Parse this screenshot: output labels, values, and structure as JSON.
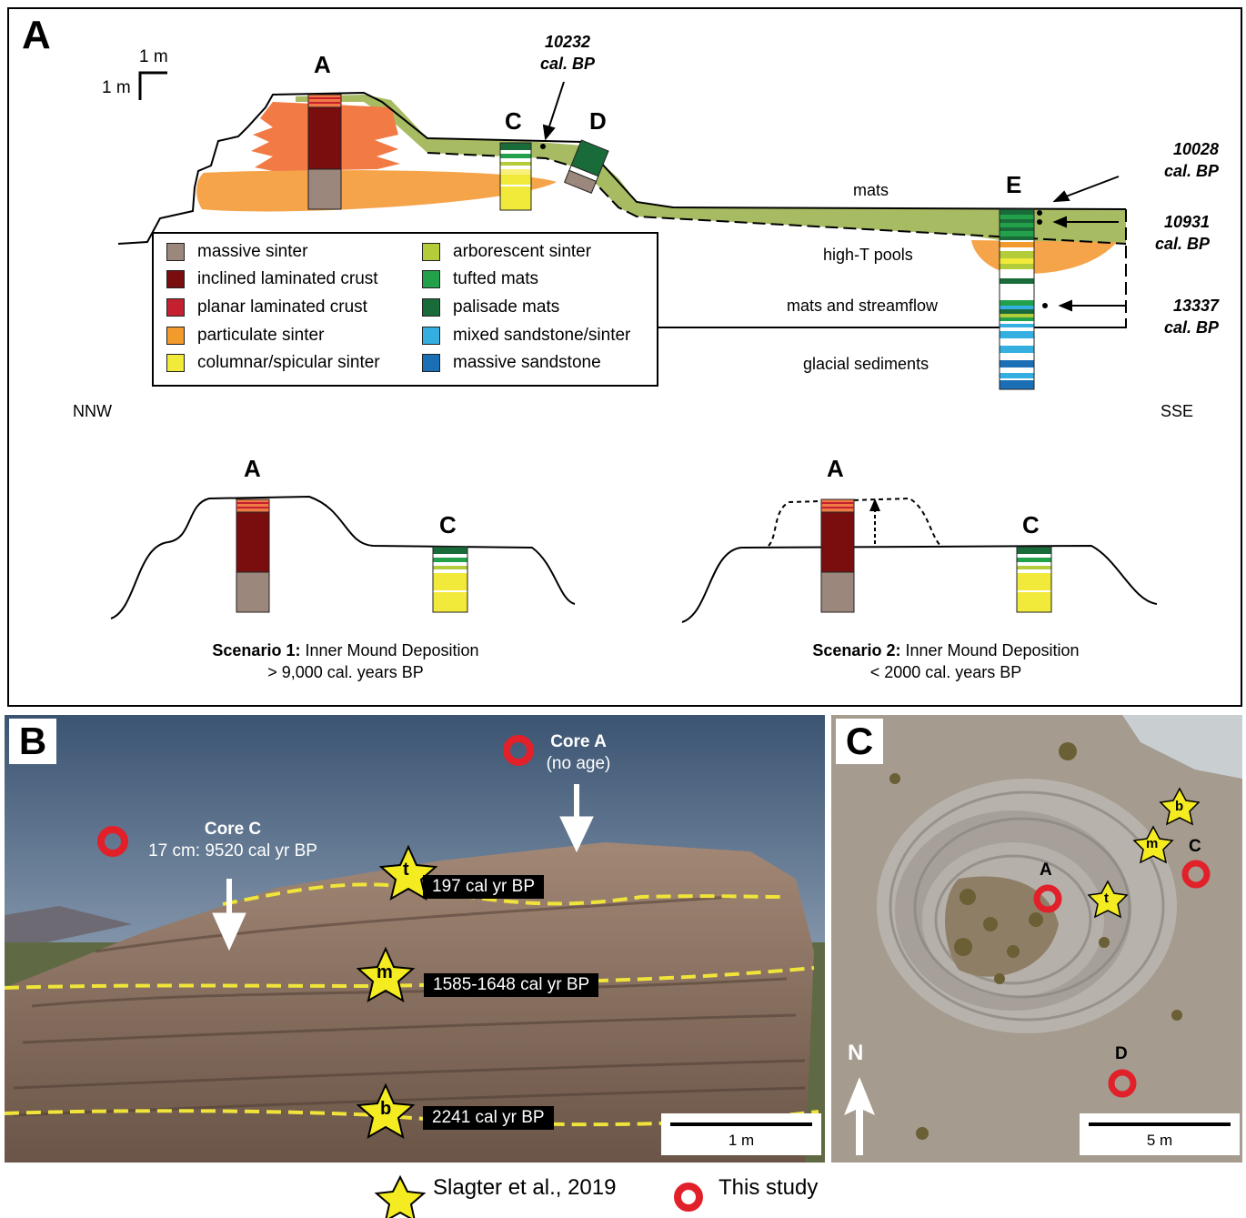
{
  "panel_a": {
    "letter": "A",
    "scale_v": "1 m",
    "scale_h": "1 m",
    "columns": {
      "a": "A",
      "c": "C",
      "d": "D",
      "e": "E"
    },
    "dates": {
      "d10232": {
        "num": "10232",
        "unit": "cal. BP"
      },
      "d10028": {
        "num": "10028",
        "unit": "cal. BP"
      },
      "d10931": {
        "num": "10931",
        "unit": "cal. BP"
      },
      "d13337": {
        "num": "13337",
        "unit": "cal. BP"
      }
    },
    "zones": {
      "mats": "mats",
      "pools": "high-T pools",
      "streamflow": "mats and streamflow",
      "glacial": "glacial sediments"
    },
    "directions": {
      "left": "NNW",
      "right": "SSE"
    },
    "legend": [
      {
        "label": "massive sinter",
        "color": "#9b877b"
      },
      {
        "label": "inclined laminated crust",
        "color": "#7a0d0d"
      },
      {
        "label": "planar laminated crust",
        "color": "#c42030"
      },
      {
        "label": "particulate sinter",
        "color": "#f39a2c"
      },
      {
        "label": "columnar/spicular sinter",
        "color": "#f2ea3a"
      },
      {
        "label": "arborescent sinter",
        "color": "#b3cc3a"
      },
      {
        "label": "tufted mats",
        "color": "#22a04a"
      },
      {
        "label": "palisade mats",
        "color": "#1a6b3a"
      },
      {
        "label": "mixed sandstone/sinter",
        "color": "#35aee2"
      },
      {
        "label": "massive sandstone",
        "color": "#1a6fb5"
      }
    ],
    "scenario1": {
      "col_a": "A",
      "col_c": "C",
      "title_bold": "Scenario 1:",
      "title_rest": " Inner Mound Deposition",
      "line2": "> 9,000 cal. years BP"
    },
    "scenario2": {
      "col_a": "A",
      "col_c": "C",
      "title_bold": "Scenario 2:",
      "title_rest": " Inner Mound Deposition",
      "line2": "< 2000 cal. years BP"
    }
  },
  "panel_b": {
    "letter": "B",
    "core_a": {
      "title": "Core A",
      "sub": "(no age)"
    },
    "core_c": {
      "title": "Core C",
      "sub": "17 cm: 9520 cal yr BP"
    },
    "stars": {
      "t": "t",
      "m": "m",
      "b": "b"
    },
    "ages": {
      "t": "197 cal yr BP",
      "m": "1585-1648 cal yr BP",
      "b": "2241 cal yr BP"
    },
    "scale": "1 m"
  },
  "panel_c": {
    "letter": "C",
    "cores": {
      "a": "A",
      "c": "C",
      "d": "D"
    },
    "stars": {
      "b": "b",
      "m": "m",
      "t": "t"
    },
    "north": "N",
    "scale": "5 m"
  },
  "legend_bottom": {
    "star": "Slagter et al., 2019",
    "circle": "This study"
  },
  "colors": {
    "mats_fill": "#a7bb62",
    "core_marker": "#e2202a",
    "star": "#f4ec20"
  }
}
